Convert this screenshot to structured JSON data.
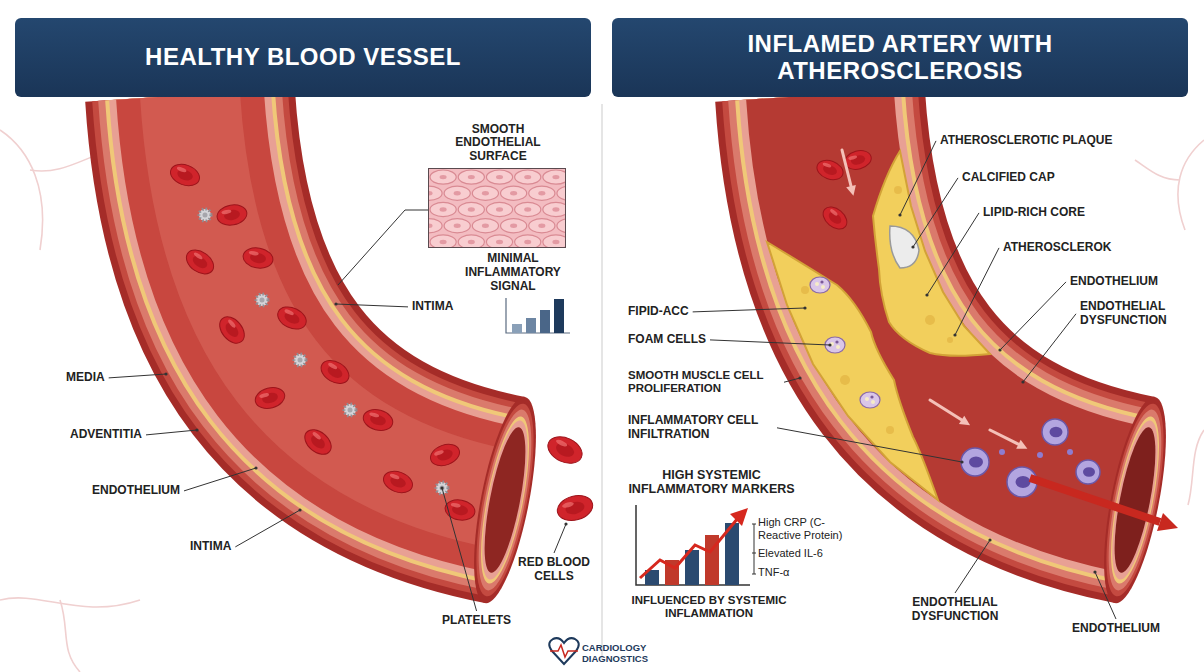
{
  "diagram": {
    "nodes": [
      {
        "text": [
          "HEALTHY BLOOD VESSEL"
        ]
      },
      {
        "text": [
          "INFLAMED ARTERY WITH ATHEROSCLEROSIS"
        ]
      },
      {
        "text": [
          "SMOOTH ENDOTHELIAL SURFACE"
        ]
      }
    ],
    "labels": [
      "MINIMAL INFLAMMATORY SIGNAL",
      "INTIMA",
      "MEDIA",
      "ADVENTITIA",
      "ENDOTHELIUM",
      "INTIMA",
      "RED BLOOD CELLS",
      "PLATELETS",
      "ATHEROSCLEROTIC PLAQUE",
      "CALCIFIED CAP",
      "LIPID-RICH CORE",
      "ATHEROSCLEROK",
      "ENDOTHELIUM",
      "ENDOTHELIAL DYSFUNCTION",
      "FIPID-ACC",
      "FOAM CELLS",
      "SMOOTH MUSCLE CELL PROLIFERATION",
      "INFLAMMATORY CELL INFILTRATION",
      "HIGH SYSTEMIC INFLAMMATORY MARKERS",
      "High CRP (C-Reactive Protein)",
      "Elevated IL-6",
      "TNF-α",
      "INFLUENCED BY SYSTEMIC INFLAMMATION",
      "ENDOTHELIAL DYSFUNCTION",
      "ENDOTHELIUM",
      "CARDIOLOGY DIAGNOSTICS"
    ]
  }
}
